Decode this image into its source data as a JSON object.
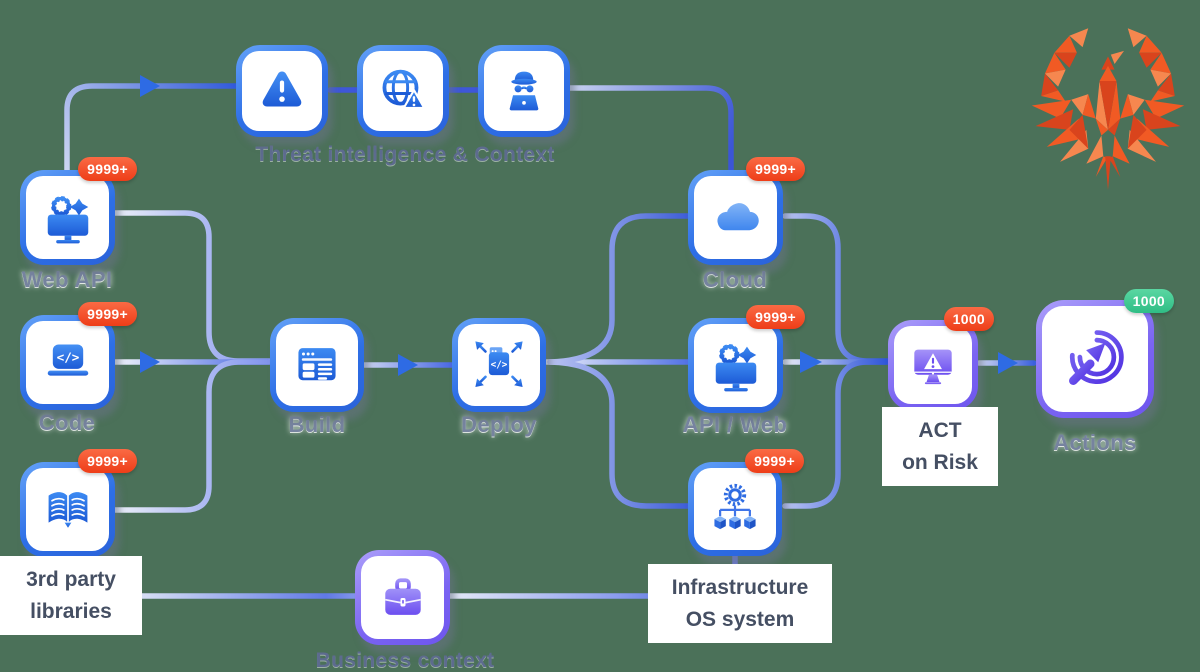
{
  "canvas": {
    "background_color": "#4b7159"
  },
  "logo": {
    "name": "phoenix-logo",
    "colors": [
      "#F15A24",
      "#D9441D",
      "#F6874F"
    ]
  },
  "group_labels": {
    "threat": "Threat intelligence & Context"
  },
  "badge_colors": {
    "red": "#EE3D18",
    "green": "#2FBD85"
  },
  "nodes": {
    "web_api": {
      "label": "Web API",
      "badge": "9999+",
      "icon": "monitor-gears-icon"
    },
    "code": {
      "label": "Code",
      "badge": "9999+",
      "icon": "code-laptop-icon"
    },
    "third_party": {
      "label": "3rd party\nlibraries",
      "badge": "9999+",
      "icon": "book-icon"
    },
    "threat_warning": {
      "icon": "warning-triangle-icon"
    },
    "threat_globe": {
      "icon": "globe-warning-icon"
    },
    "threat_hacker": {
      "icon": "hacker-icon"
    },
    "build": {
      "label": "Build",
      "icon": "browser-window-icon"
    },
    "deploy": {
      "label": "Deploy",
      "icon": "deploy-window-icon"
    },
    "cloud": {
      "label": "Cloud",
      "badge": "9999+",
      "icon": "cloud-icon"
    },
    "api_web": {
      "label": "API / Web",
      "badge": "9999+",
      "icon": "monitor-gears-icon"
    },
    "infrastructure": {
      "label": "Infrastructure\nOS system",
      "badge": "9999+",
      "icon": "gear-cubes-icon"
    },
    "act_on_risk": {
      "label": "ACT\non Risk",
      "badge": "1000",
      "icon": "monitor-warning-icon"
    },
    "actions": {
      "label": "Actions",
      "badge": "1000",
      "icon": "click-action-icon"
    },
    "business": {
      "label": "Business context",
      "icon": "briefcase-icon"
    }
  },
  "edges": [
    {
      "from": "web_api",
      "to": "threat_warning"
    },
    {
      "from": "threat_warning",
      "to": "threat_globe"
    },
    {
      "from": "threat_globe",
      "to": "threat_hacker"
    },
    {
      "from": "threat_hacker",
      "to": "cloud"
    },
    {
      "from": "web_api",
      "to": "build"
    },
    {
      "from": "code",
      "to": "build"
    },
    {
      "from": "third_party",
      "to": "build"
    },
    {
      "from": "build",
      "to": "deploy"
    },
    {
      "from": "deploy",
      "to": "cloud"
    },
    {
      "from": "deploy",
      "to": "api_web"
    },
    {
      "from": "deploy",
      "to": "infrastructure"
    },
    {
      "from": "cloud",
      "to": "act_on_risk"
    },
    {
      "from": "api_web",
      "to": "act_on_risk"
    },
    {
      "from": "infrastructure",
      "to": "act_on_risk"
    },
    {
      "from": "act_on_risk",
      "to": "actions"
    },
    {
      "from": "third_party",
      "to": "business"
    },
    {
      "from": "business",
      "to": "infrastructure"
    }
  ]
}
